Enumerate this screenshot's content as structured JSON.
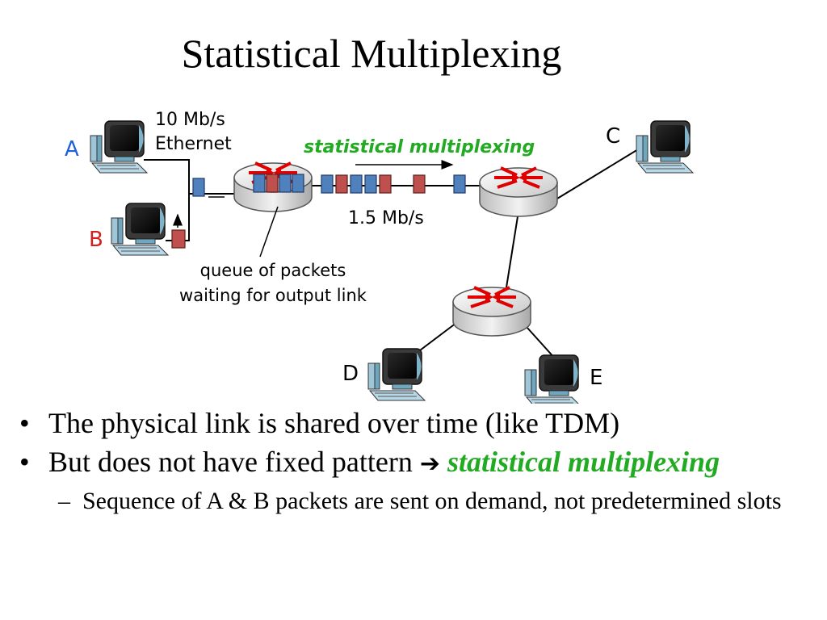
{
  "title": "Statistical Multiplexing",
  "diagram": {
    "link_label_line1": "10 Mb/s",
    "link_label_line2": "Ethernet",
    "stat_label": "statistical multiplexing",
    "rate_label": "1.5 Mb/s",
    "queue_label": "queue of packets waiting for output link",
    "nodes": {
      "a": "A",
      "b": "B",
      "c": "C",
      "d": "D",
      "e": "E"
    },
    "colors": {
      "packet_a": "#4f81bd",
      "packet_b": "#c0504d",
      "label_a": "#1f5fd8",
      "label_b": "#d21f1f",
      "green": "#22aa22"
    }
  },
  "bullets": {
    "b1": "The physical link is shared over time (like TDM)",
    "b2_text": "But does not have fixed pattern",
    "b2_arrow": "➔",
    "b2_highlight": "statistical multiplexing",
    "sub1": "Sequence of A & B packets are sent on demand, not predetermined slots"
  }
}
